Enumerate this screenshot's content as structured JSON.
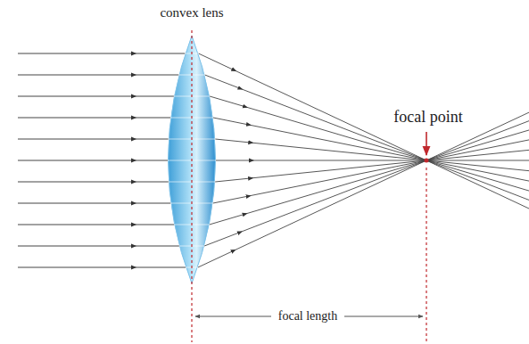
{
  "diagram": {
    "labels": [
      "convex lens",
      "focal point",
      "focal length"
    ]
  }
}
